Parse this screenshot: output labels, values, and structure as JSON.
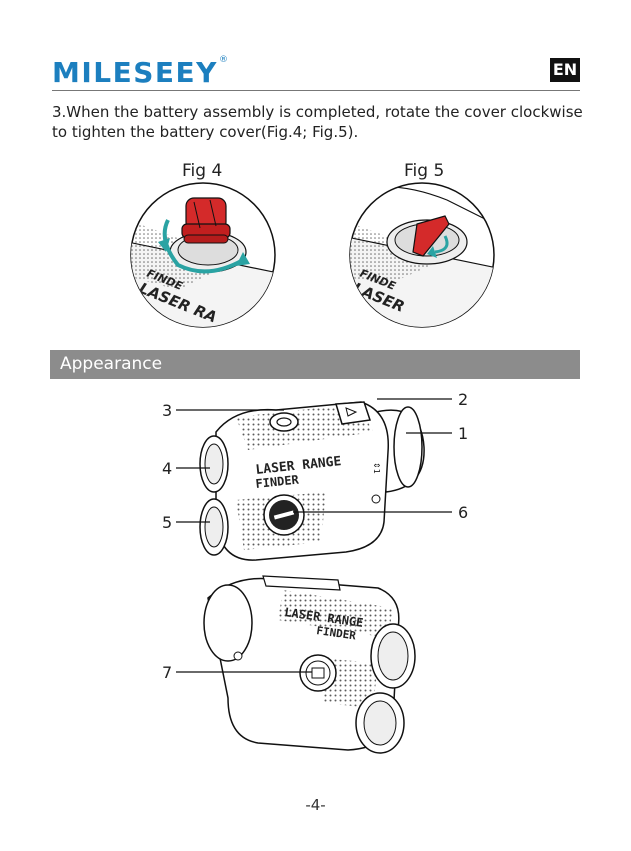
{
  "header": {
    "brand": "MILESEEY",
    "registered": "®",
    "language": "EN"
  },
  "step": {
    "text": "3.When the battery assembly is completed, rotate the cover clockwise to tighten the battery cover(Fig.4; Fig.5)."
  },
  "figures": {
    "fig4": {
      "label": "Fig 4",
      "body_text": "LASER RA",
      "body_text2": "FINDE"
    },
    "fig5": {
      "label": "Fig 5",
      "body_text": "LASER",
      "body_text2": "FINDE"
    }
  },
  "section": {
    "title": "Appearance"
  },
  "device": {
    "label_line1": "LASER RANGE",
    "label_line2": "FINDER",
    "side_mark": "⇕1"
  },
  "callouts": [
    "1",
    "2",
    "3",
    "4",
    "5",
    "6",
    "7"
  ],
  "page": {
    "number": "-4-"
  },
  "colors": {
    "brand": "#1c7fbf",
    "cap": "#d42a2a",
    "arrow": "#2aa3a3"
  }
}
